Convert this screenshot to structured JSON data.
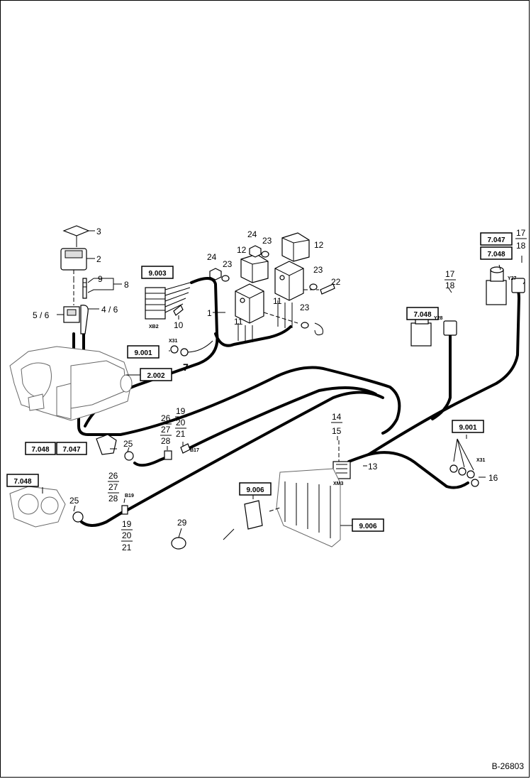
{
  "doc_id": "B-26803",
  "ref_boxes": {
    "r9003": "9.003",
    "r9001a": "9.001",
    "r2002": "2.002",
    "r7048a": "7.048",
    "r7047a": "7.047",
    "r7048b": "7.048",
    "r9006a": "9.006",
    "r9006b": "9.006",
    "r9001b": "9.001",
    "r7048c": "7.048",
    "r7047b": "7.047",
    "r7048d": "7.048"
  },
  "callouts": {
    "c3": "3",
    "c2": "2",
    "c9": "9",
    "c8": "8",
    "c56": "5 / 6",
    "c46": "4 / 6",
    "c10": "10",
    "c1": "1",
    "c7": "7",
    "c24a": "24",
    "c23a": "23",
    "c12a": "12",
    "c24b": "24",
    "c23b": "23",
    "c12b": "12",
    "c11a": "11",
    "c11b": "11",
    "c23c": "23",
    "c22": "22",
    "c23d": "23",
    "c25a": "25",
    "c25b": "25",
    "c26a": "26",
    "c27a": "27",
    "c28a": "28",
    "c19a": "19",
    "c20a": "20",
    "c21a": "21",
    "c26b": "26",
    "c27b": "27",
    "c28b": "28",
    "c19b": "19",
    "c20b": "20",
    "c21b": "21",
    "c29": "29",
    "c14": "14",
    "c15": "15",
    "c13": "13",
    "c16": "16",
    "c17a": "17",
    "c18a": "18",
    "c17b": "17",
    "c18b": "18"
  },
  "connector_tags": {
    "xb2": "XB2",
    "x31a": "X31",
    "x31b": "X31",
    "xm3": "XM3",
    "y28": "Y28",
    "y27": "Y27",
    "b19": "B19",
    "b17": "B17"
  }
}
